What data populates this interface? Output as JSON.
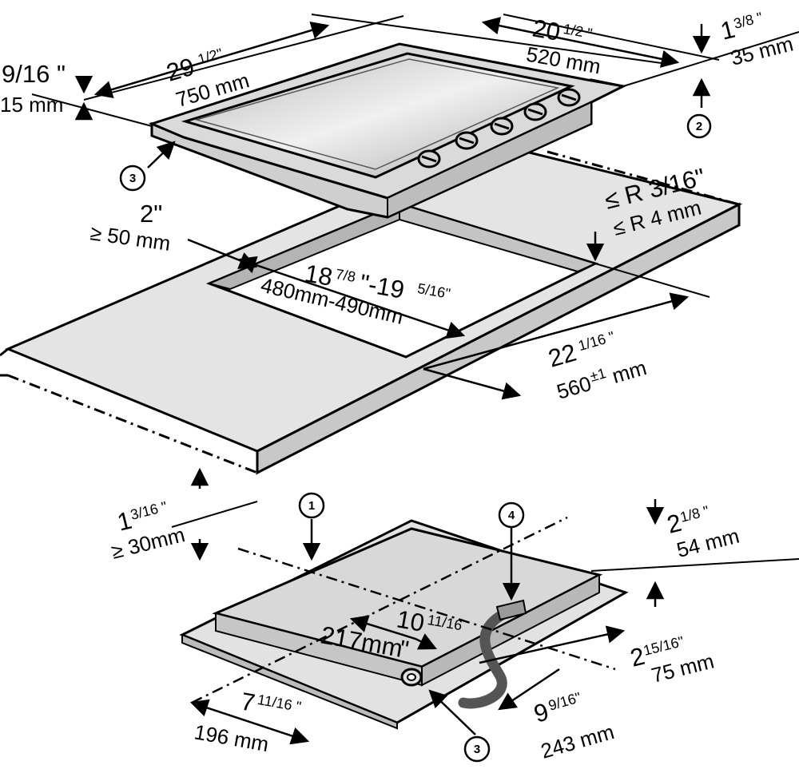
{
  "dimensions": {
    "hob_width_in": "29",
    "hob_width_in_frac": "1/2\"",
    "hob_width_mm": "750 mm",
    "hob_depth_in": "20",
    "hob_depth_in_frac": "1/2 \"",
    "hob_depth_mm": "520 mm",
    "frame_height_in": "1",
    "frame_height_in_frac": "3/8 \"",
    "frame_height_mm": "35 mm",
    "rim_thickness_in": "9/16 \"",
    "rim_thickness_mm": "15 mm",
    "corner_radius_in": "≤ R 3/16\"",
    "corner_radius_mm": "≤ R 4 mm",
    "min_front_gap_in": "2\"",
    "min_front_gap_mm": "≥ 50 mm",
    "cutout_width_in": "18",
    "cutout_width_frac1": "7/8",
    "cutout_width_mid": "\"-19",
    "cutout_width_frac2": "5/16\"",
    "cutout_width_mm": "480mm-490mm",
    "cutout_depth_in": "22",
    "cutout_depth_in_frac": "1/16 \"",
    "cutout_depth_mm": "560",
    "cutout_depth_tol": "±1",
    "cutout_depth_unit": "mm",
    "worktop_min_in": "1",
    "worktop_min_in_frac": "3/16 \"",
    "worktop_min_mm": "≥ 30mm",
    "body_height_in": "2",
    "body_height_in_frac": "1/8 \"",
    "body_height_mm": "54 mm",
    "conn_offset_in": "10",
    "conn_offset_in_frac": "11/16",
    "conn_offset_mm": "217mm",
    "conn_offset_mark": "\"",
    "side_offset_in": "2",
    "side_offset_in_frac": "15/16\"",
    "side_offset_mm": "75 mm",
    "left_offset_in": "7",
    "left_offset_in_frac": "11/16 \"",
    "left_offset_mm": "196 mm",
    "bottom_depth_in": "9",
    "bottom_depth_in_frac": "9/16\"",
    "bottom_depth_mm": "243 mm"
  },
  "callouts": {
    "c1": "1",
    "c2": "2",
    "c3_top": "3",
    "c3_bottom": "3",
    "c4": "4"
  }
}
